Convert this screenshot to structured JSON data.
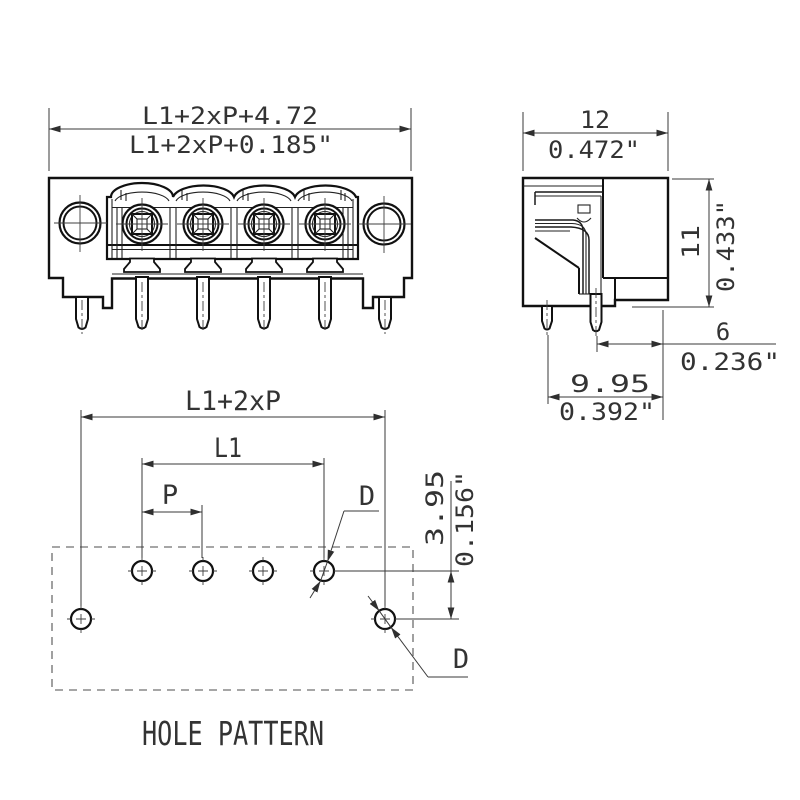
{
  "front_view": {
    "poles": 4,
    "dim_width_metric": "L1+2xP+4.72",
    "dim_width_inch": "L1+2xP+0.185\""
  },
  "side_view": {
    "dim_width_metric": "12",
    "dim_width_inch": "0.472\"",
    "dim_height_metric": "11",
    "dim_height_inch": "0.433\"",
    "dim_pin_to_edge_metric": "6",
    "dim_pin_to_edge_inch": "0.236\"",
    "dim_pin_span_metric": "9.95",
    "dim_pin_span_inch": "0.392\""
  },
  "hole_pattern": {
    "title": "HOLE PATTERN",
    "dim_overall": "L1+2xP",
    "dim_inner": "L1",
    "dim_pitch": "P",
    "hole_diameter_label_top": "D",
    "hole_diameter_label_bottom": "D",
    "dim_row_offset_metric": "3.95",
    "dim_row_offset_inch": "0.156\"",
    "holes_top_row": 4,
    "holes_bottom_row": 2
  },
  "colors": {
    "line": "#111111",
    "dimension": "#3a3a3a",
    "background": "#ffffff"
  }
}
